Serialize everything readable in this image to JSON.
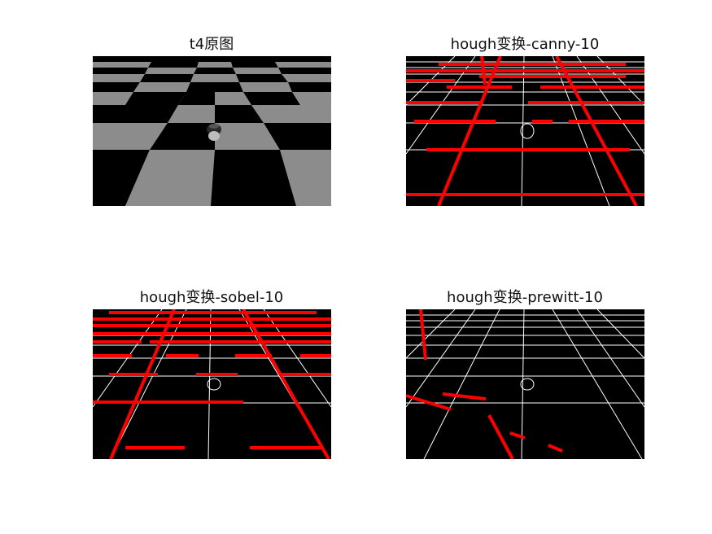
{
  "figure": {
    "background": "#ffffff",
    "panels": [
      {
        "id": "original",
        "title": "t4原图"
      },
      {
        "id": "canny",
        "title": "hough变换-canny-10"
      },
      {
        "id": "sobel",
        "title": "hough变换-sobel-10"
      },
      {
        "id": "prewitt",
        "title": "hough变换-prewitt-10"
      }
    ]
  },
  "colors": {
    "hough_line": "#ff0000",
    "edge": "#ffffff",
    "edge_background": "#000000",
    "checker_light": "#8c8c8c",
    "checker_dark": "#000000"
  }
}
